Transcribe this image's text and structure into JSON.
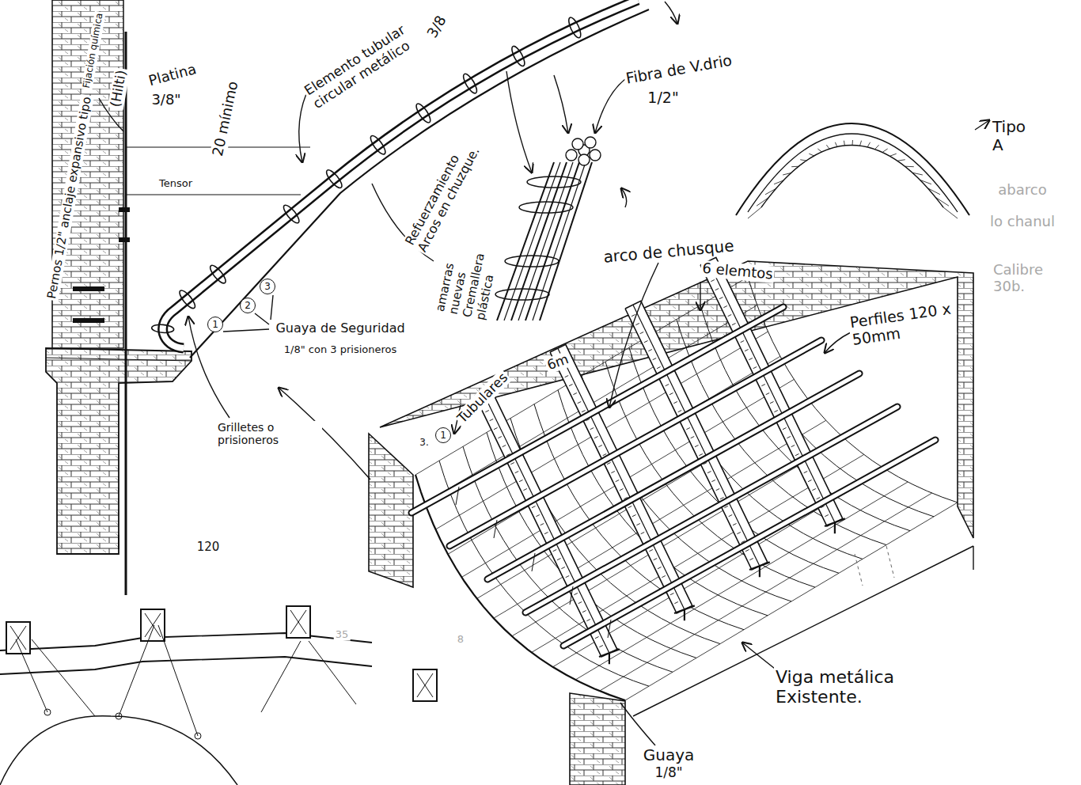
{
  "diagram": {
    "labels": [
      "Fijación química",
      "(Hilti)",
      "Platina",
      "3/8\"",
      "Pernos 1/2\" anclaje expansivo tipo",
      "20 mínimo",
      "Tensor",
      "Elemento tubular circular metálico",
      "3/8",
      "Fibra de V.drio",
      "1/2\"",
      "Refuerzamiento Arcos en chuzque.",
      "amarras nuevas Cremallera plástica",
      "arco de chusque",
      "6 elemtos",
      "Perfiles 120 x 50mm",
      "Tipo A",
      "abarco",
      "lo chanul",
      "Calibre 30b.",
      "Guaya de Seguridad",
      "1/8\" con 3 prisioneros",
      "1",
      "2",
      "3",
      "Grilletes o prisioneros",
      "Tubulares",
      "6m",
      "3.",
      "1",
      "Viga metálica Existente.",
      "Guaya",
      "1/8\"",
      "120",
      "35",
      "8"
    ]
  }
}
